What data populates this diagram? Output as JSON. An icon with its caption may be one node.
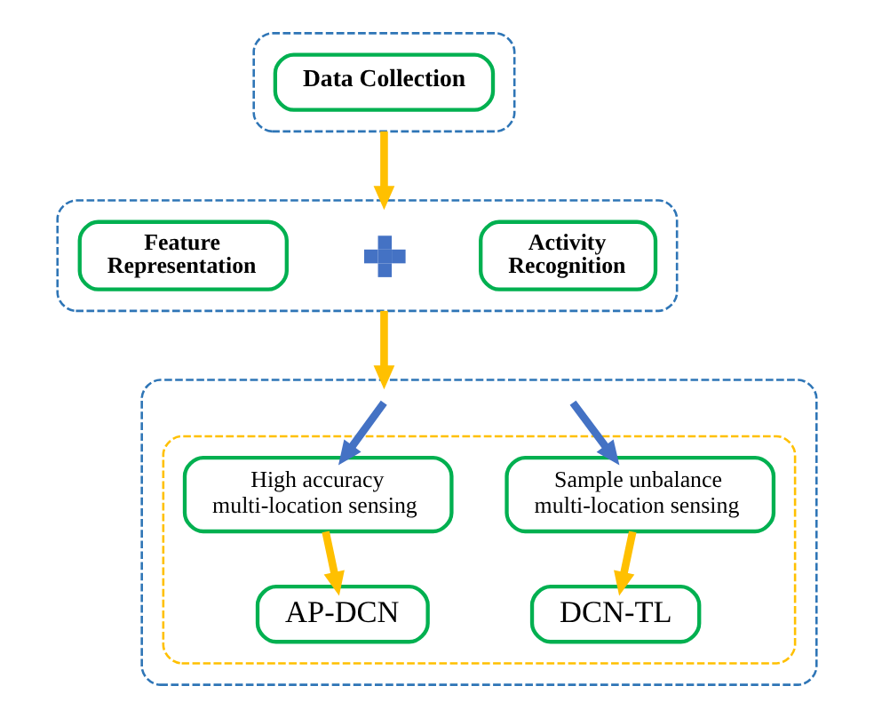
{
  "diagram": {
    "nodes": [
      {
        "text": [],
        "shape": "box"
      },
      {
        "text": [
          "Data Collection"
        ],
        "in": 0
      },
      {
        "text": [],
        "shape": "box"
      },
      {
        "text": [
          "Feature Representation"
        ],
        "in": 2
      },
      {
        "text": [],
        "shape": "plus",
        "in": 2
      },
      {
        "text": [
          "Activity Recognition"
        ],
        "in": 2
      },
      {
        "text": [],
        "shape": "box"
      },
      {
        "text": [],
        "shape": "box",
        "in": 6
      },
      {
        "text": [
          "High accuracy multi-location sensing"
        ],
        "in": 7
      },
      {
        "text": [
          "Sample unbalance multi-location sensing"
        ],
        "in": 7
      },
      {
        "text": [
          "AP-DCN"
        ],
        "in": 7
      },
      {
        "text": [
          "DCN-TL"
        ],
        "in": 7
      }
    ],
    "edges": [
      {
        "from": 0,
        "to": 2,
        "arrow": "to"
      },
      {
        "from": 2,
        "to": 6,
        "arrow": "to"
      },
      {
        "from": null,
        "to": 8,
        "arrow": "to",
        "color": "#4472c4"
      },
      {
        "from": null,
        "to": 9,
        "arrow": "to",
        "color": "#4472c4"
      },
      {
        "from": 8,
        "to": 10,
        "arrow": "to"
      },
      {
        "from": 9,
        "to": 11,
        "arrow": "to"
      }
    ]
  }
}
